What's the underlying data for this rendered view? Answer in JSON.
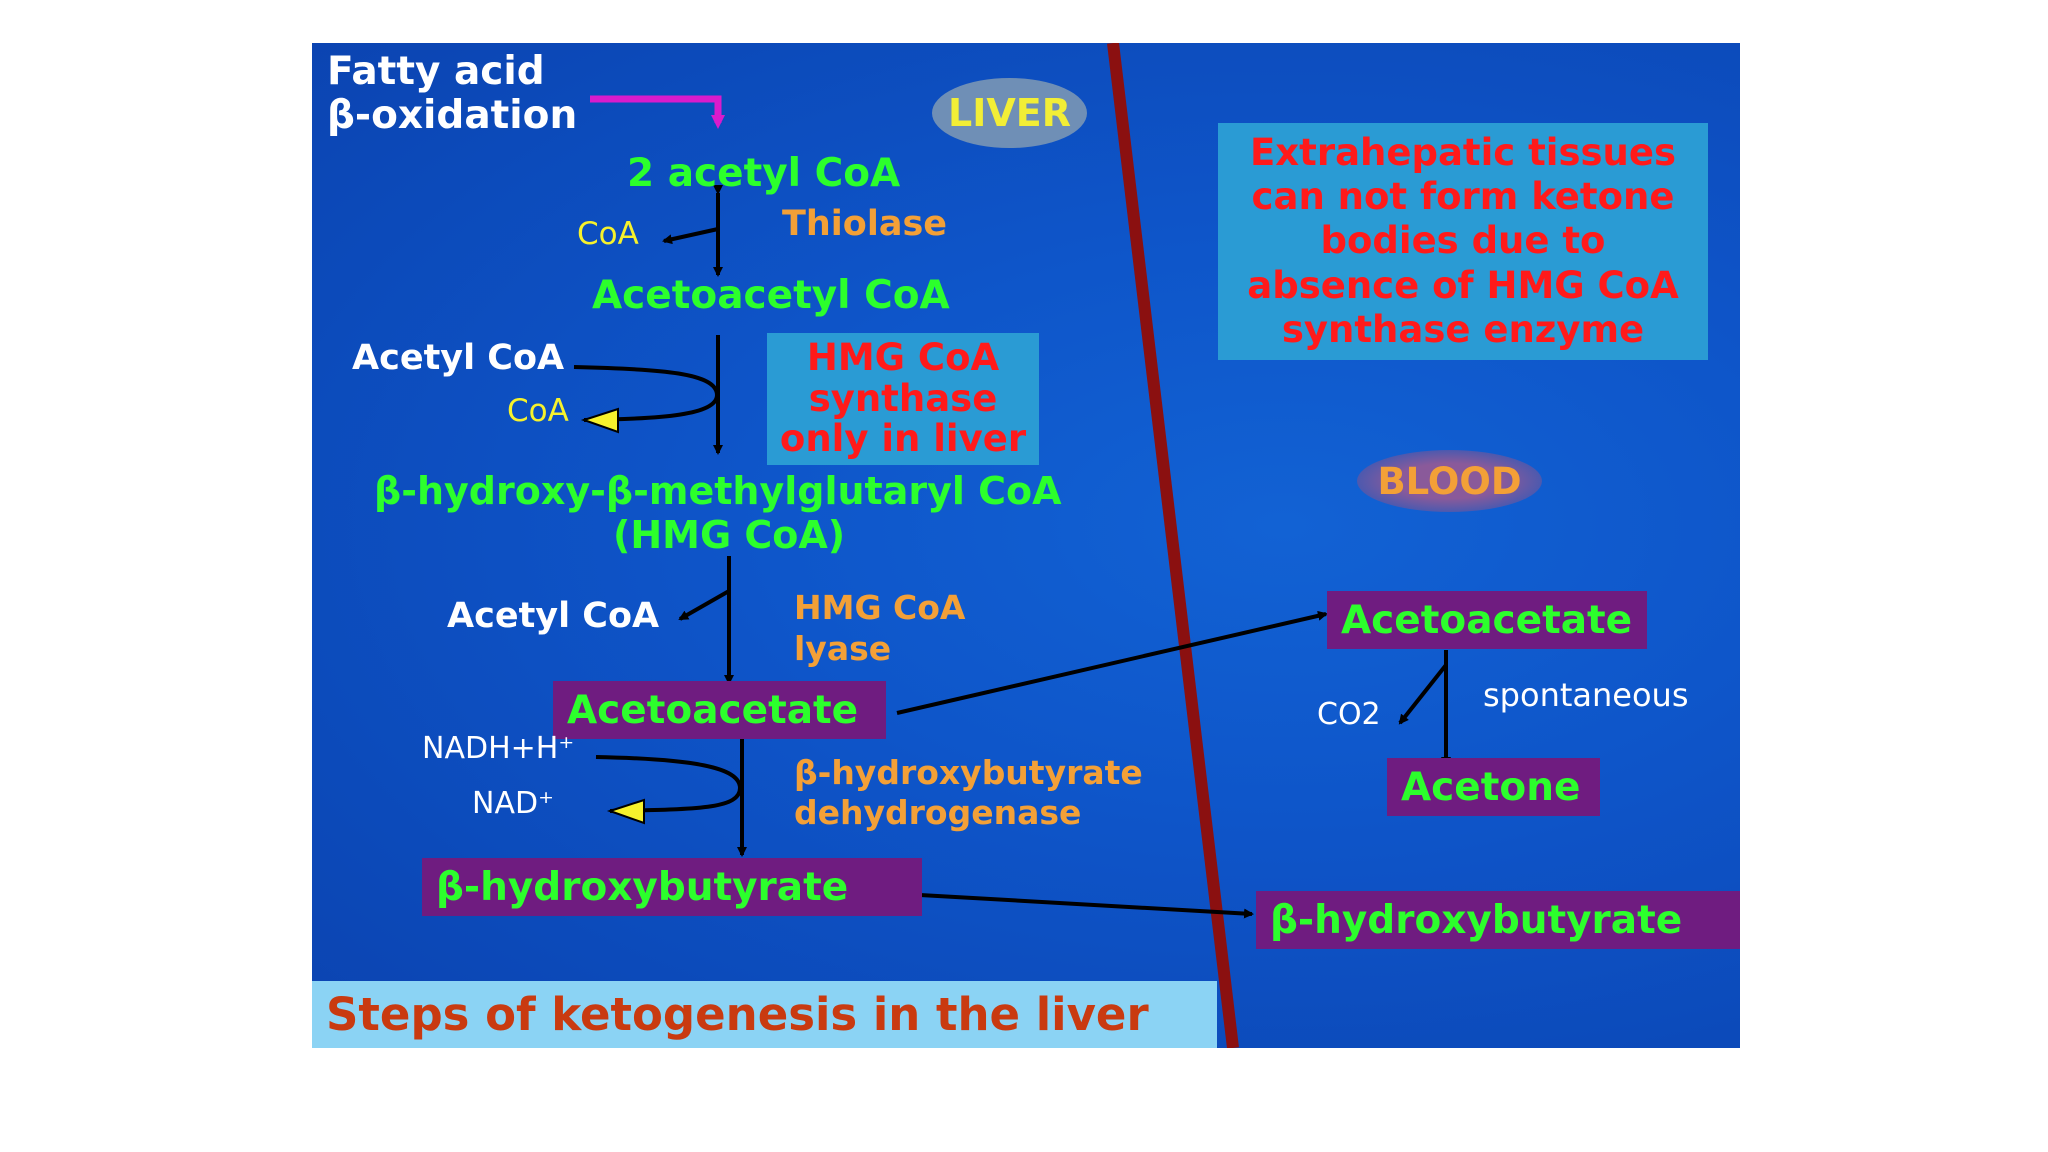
{
  "source": {
    "line1": "Fatty acid",
    "line2": "β-oxidation"
  },
  "labels": {
    "liver": "LIVER",
    "blood": "BLOOD"
  },
  "liver_steps": {
    "acetyl_coa_2": "2 acetyl CoA",
    "coa_1": "CoA",
    "thiolase": "Thiolase",
    "acetoacetyl_coa": "Acetoacetyl CoA",
    "acetyl_coa_in": "Acetyl CoA",
    "coa_2": "CoA",
    "hmg_synthase_box": [
      "HMG CoA",
      "synthase",
      "only in liver"
    ],
    "hmg_coa_line1": "β-hydroxy-β-methylglutaryl CoA",
    "hmg_coa_line2": "(HMG CoA)",
    "acetyl_coa_out": "Acetyl CoA",
    "hmg_lyase": [
      "HMG CoA",
      "lyase"
    ],
    "acetoacetate": "Acetoacetate",
    "nadh": "NADH+H⁺",
    "nad": "NAD⁺",
    "dehydrogenase": [
      "β-hydroxybutyrate",
      "dehydrogenase"
    ],
    "hydroxybutyrate": "β-hydroxybutyrate"
  },
  "blood_steps": {
    "note_box": [
      "Extrahepatic tissues",
      "can not form ketone",
      "bodies due to",
      "absence of HMG CoA",
      "synthase enzyme"
    ],
    "acetoacetate": "Acetoacetate",
    "co2": "CO2",
    "spontaneous": "spontaneous",
    "acetone": "Acetone",
    "hydroxybutyrate": "β-hydroxybutyrate"
  },
  "caption": "Steps of ketogenesis in the liver",
  "colors": {
    "background": "#0e55c9",
    "metabolite_text": "#2cff2c",
    "enzyme_text": "#f3a037",
    "purple_box": "#6f1c80",
    "cyan_box": "#2a9bd4",
    "divider": "#8b1010",
    "highlight_text": "#ff1a1a"
  }
}
